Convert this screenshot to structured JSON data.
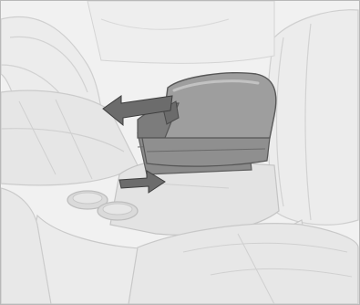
{
  "illustration": {
    "subject": "center-armrest",
    "arrows": [
      "slide-forward-arrow",
      "push-back-arrow"
    ],
    "colors": {
      "background": "#f2f2f2",
      "seat_light": "#e9e9e9",
      "seat_mid": "#d6d6d6",
      "seat_line": "#c6c6c6",
      "armrest_dark": "#7a7a7a",
      "armrest_mid": "#9a9a9a",
      "armrest_light": "#b7b7b7",
      "arrow": "#6c6c6c",
      "border": "#b8b8b8"
    }
  }
}
